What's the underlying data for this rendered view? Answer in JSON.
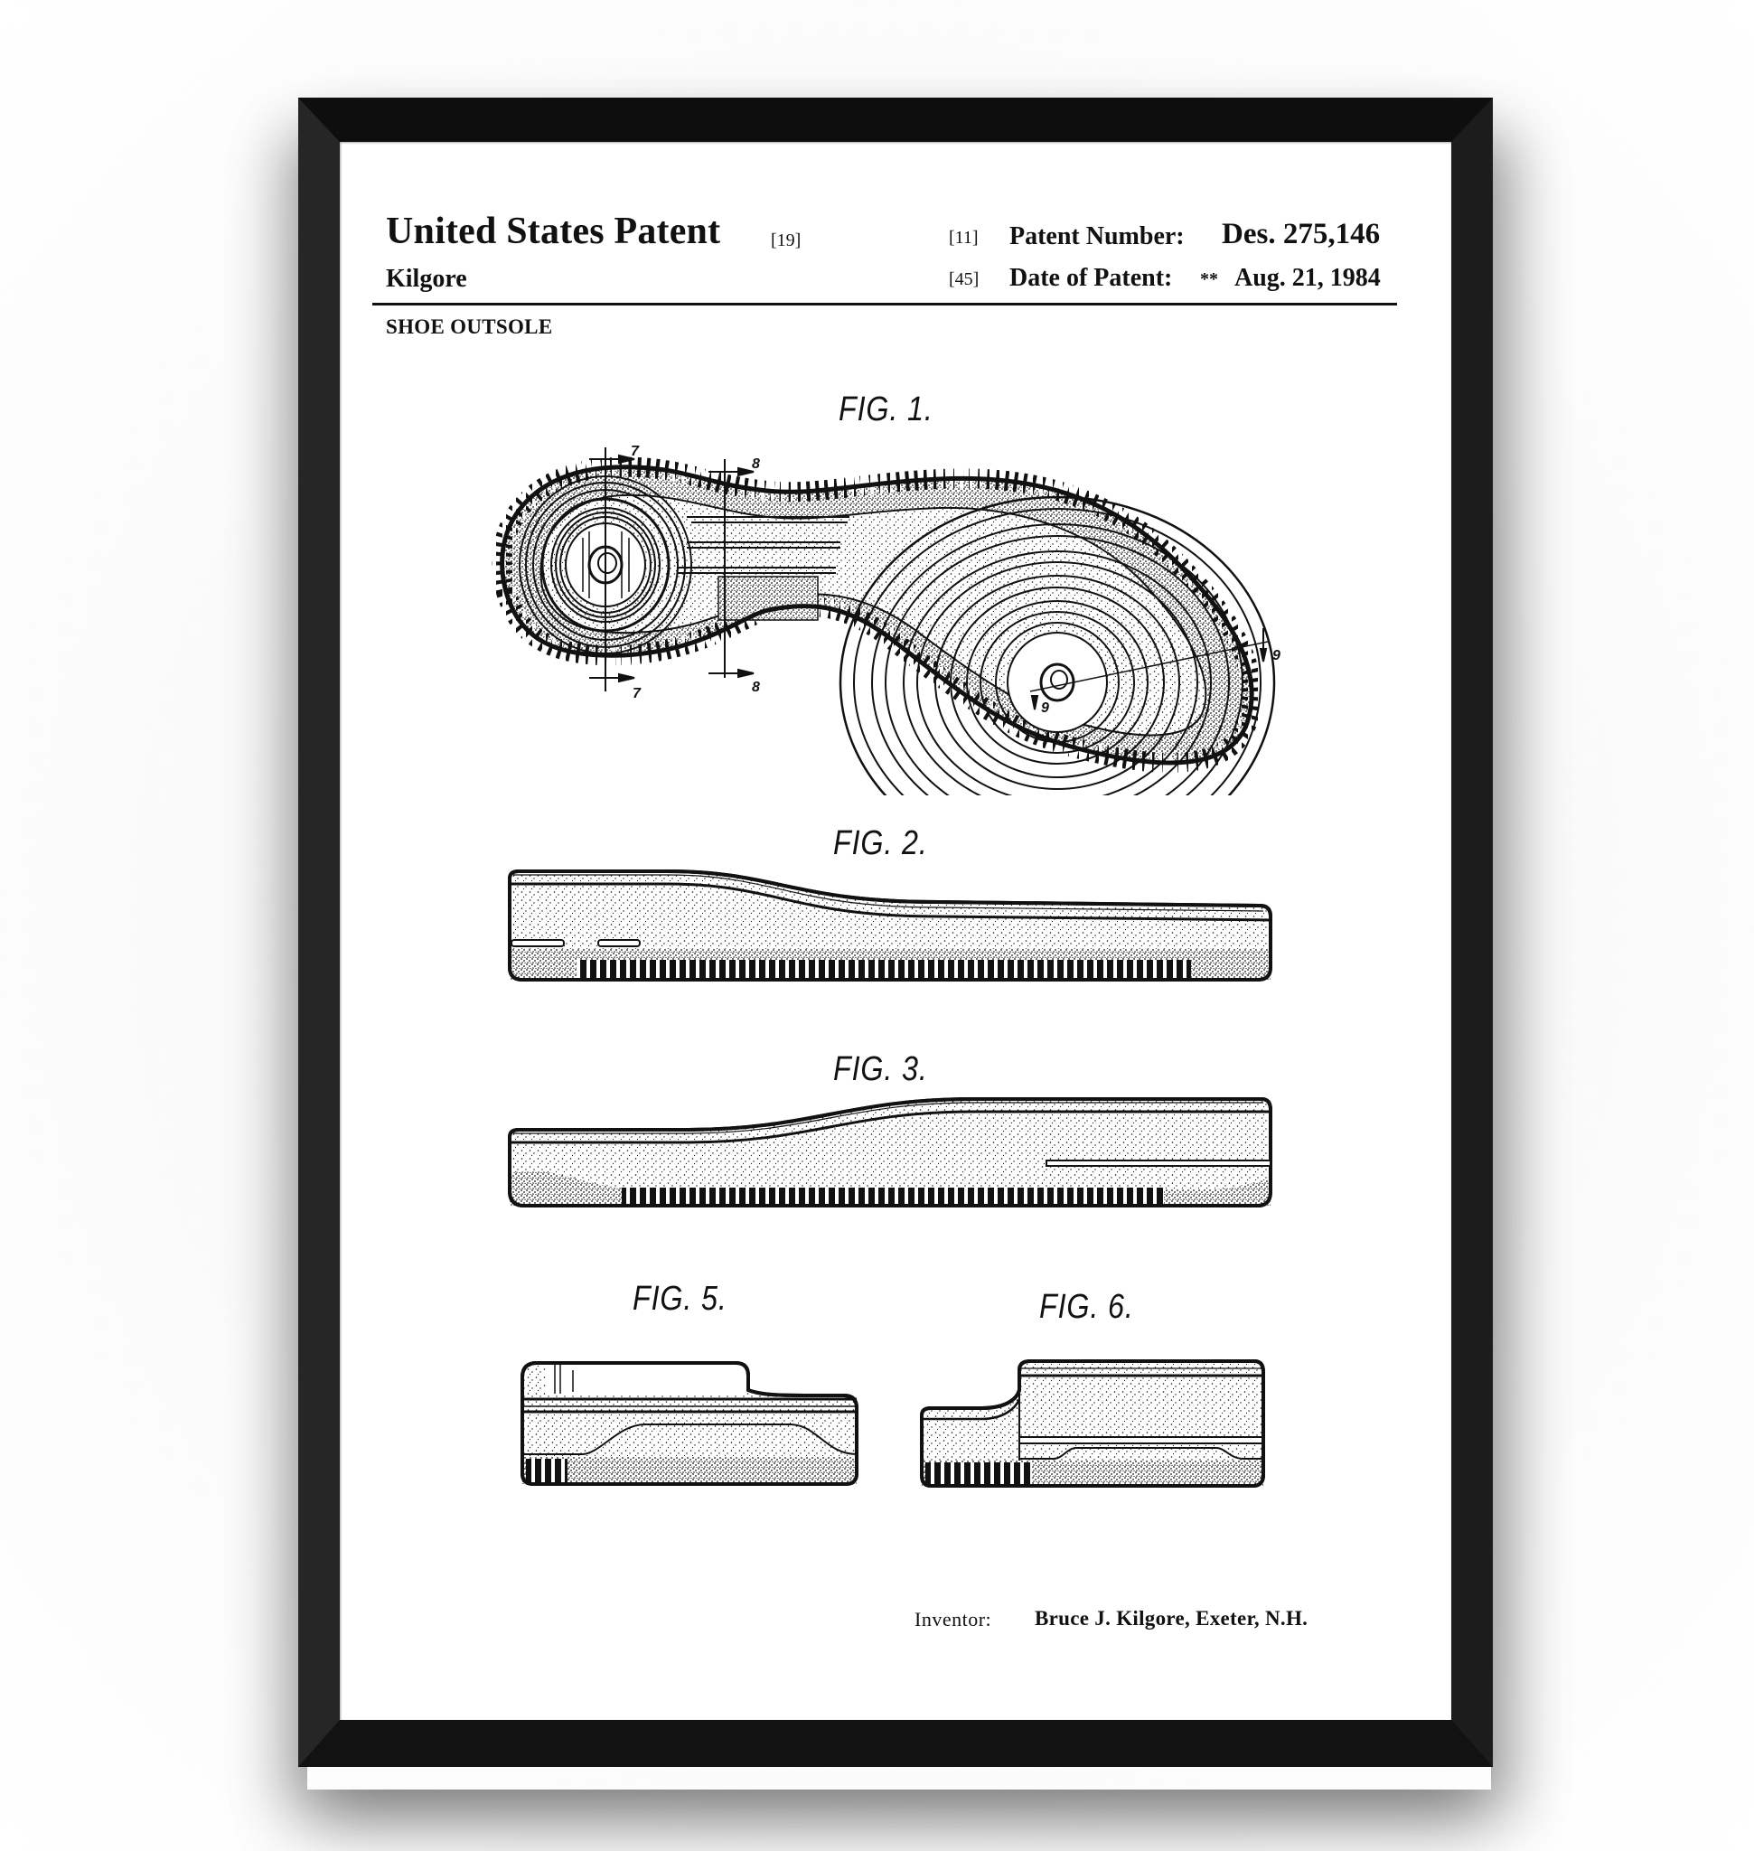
{
  "header": {
    "title": "United States Patent",
    "title_code": "[19]",
    "inventor_surname": "Kilgore",
    "patent_number_code": "[11]",
    "patent_number_label": "Patent Number:",
    "patent_number_value": "Des. 275,146",
    "date_code": "[45]",
    "date_label": "Date of Patent:",
    "date_marker": "**",
    "date_value": "Aug. 21, 1984",
    "subject": "SHOE OUTSOLE"
  },
  "figures": [
    {
      "label": "FIG. 1.",
      "view": "bottom-outsole"
    },
    {
      "label": "FIG. 2.",
      "view": "side-medial"
    },
    {
      "label": "FIG. 3.",
      "view": "side-lateral"
    },
    {
      "label": "FIG. 5.",
      "view": "heel-end"
    },
    {
      "label": "FIG. 6.",
      "view": "toe-end"
    }
  ],
  "section_marks": {
    "a_top": "7",
    "a_bottom": "7",
    "b_top": "8",
    "b_bottom": "8",
    "c_left": "9",
    "c_right": "9"
  },
  "footer": {
    "inventor_label": "Inventor:",
    "inventor_value": "Bruce J. Kilgore, Exeter, N.H."
  },
  "colors": {
    "frame": "#141414",
    "mat": "#ffffff",
    "ink": "#111111",
    "wall": "#f6f6f6"
  }
}
